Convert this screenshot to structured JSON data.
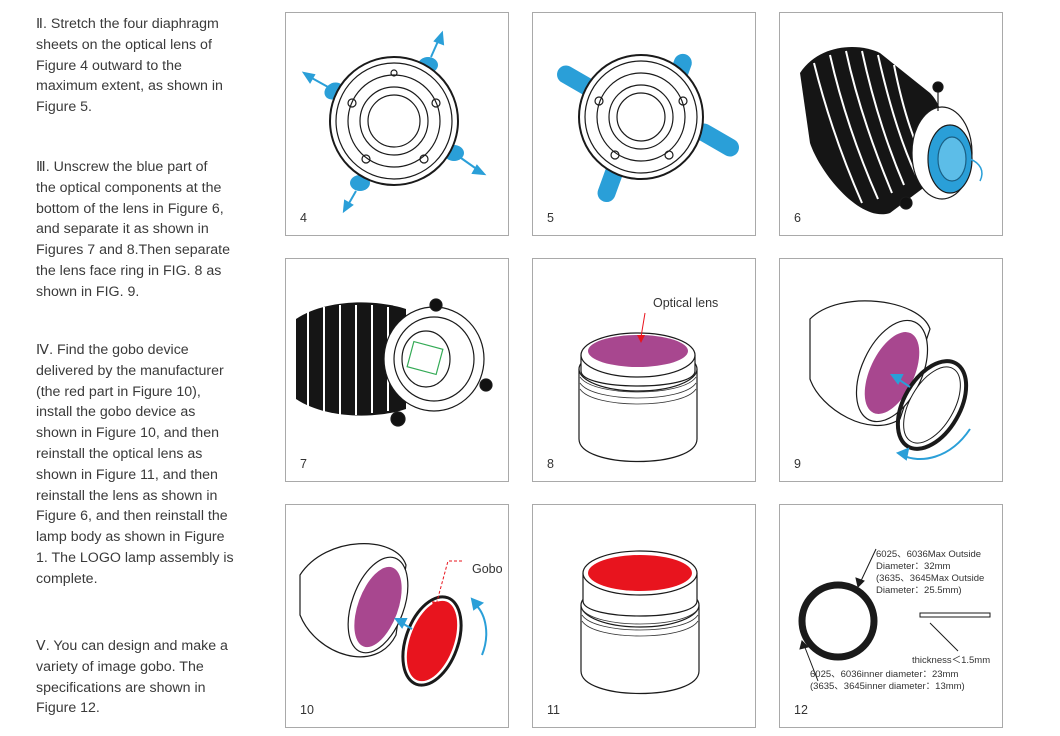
{
  "steps": [
    {
      "text": "Ⅱ. Stretch the four diaphragm\nsheets on the optical lens of\nFigure 4 outward to the\nmaximum extent, as shown in\nFigure 5."
    },
    {
      "text": "Ⅲ. Unscrew the blue part of\nthe optical components at the\nbottom of the lens in Figure 6,\nand separate it as shown in\nFigures 7 and 8.Then separate\nthe lens face ring in FIG. 8 as\nshown in FIG. 9."
    },
    {
      "text": "Ⅳ. Find the gobo device\ndelivered by the manufacturer\n(the red part in Figure 10),\ninstall the gobo device as\nshown in Figure 10, and then\nreinstall the optical lens as\nshown in Figure 11, and then\nreinstall the lens as shown in\nFigure 6, and then reinstall the\nlamp body as shown in Figure\n1. The LOGO lamp assembly is\ncomplete."
    },
    {
      "text": "Ⅴ. You can design and make a\nvariety of image gobo. The\nspecifications are shown in\nFigure 12."
    }
  ],
  "figures": [
    {
      "number": "4"
    },
    {
      "number": "5"
    },
    {
      "number": "6"
    },
    {
      "number": "7"
    },
    {
      "number": "8"
    },
    {
      "number": "9"
    },
    {
      "number": "10"
    },
    {
      "number": "11"
    },
    {
      "number": "12"
    }
  ],
  "callouts": {
    "optical_lens": "Optical lens",
    "gobo": "Gobo",
    "max_outside": "6025、6036Max Outside\nDiameter：32mm\n(3635、3645Max Outside\nDiameter：25.5mm)",
    "thickness": "thickness＜1.5mm",
    "inner_diameter": "6025、6036inner diameter：23mm\n(3635、3645inner diameter：13mm)"
  },
  "colors": {
    "blue": "#2a9fd8",
    "purple": "#a8478f",
    "red": "#e8141e",
    "line": "#1a1a1a"
  }
}
